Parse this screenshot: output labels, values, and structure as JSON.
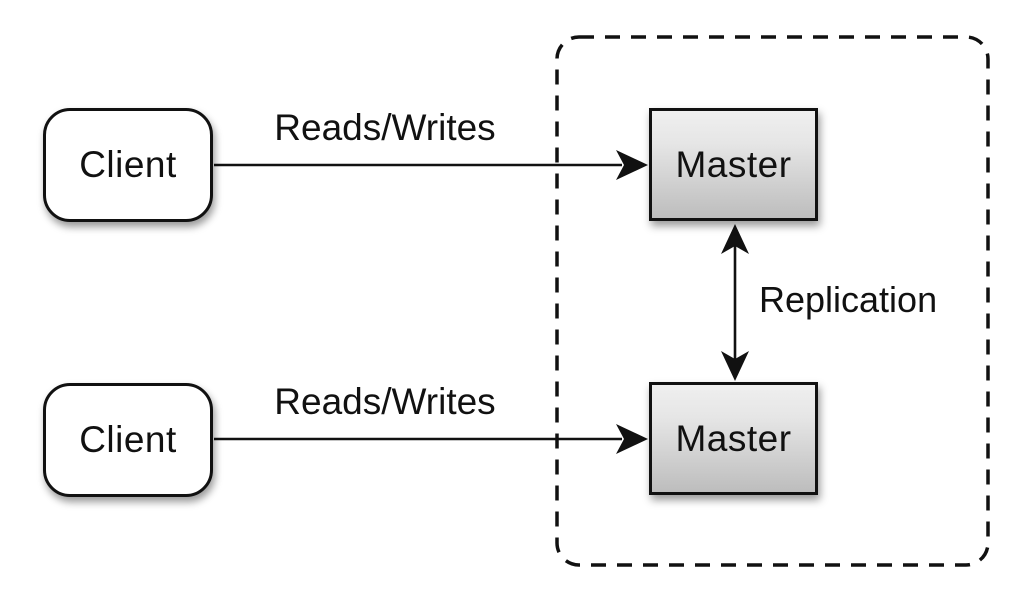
{
  "diagram": {
    "clients": [
      {
        "label": "Client"
      },
      {
        "label": "Client"
      }
    ],
    "masters": [
      {
        "label": "Master"
      },
      {
        "label": "Master"
      }
    ],
    "labels": {
      "reads_writes_top": "Reads/Writes",
      "reads_writes_bottom": "Reads/Writes",
      "replication": "Replication"
    },
    "colors": {
      "background": "#ffffff",
      "stroke": "#111111",
      "client_fill": "#ffffff",
      "master_gradient_top": "#efefef",
      "master_gradient_bottom": "#bdbdbd"
    }
  }
}
